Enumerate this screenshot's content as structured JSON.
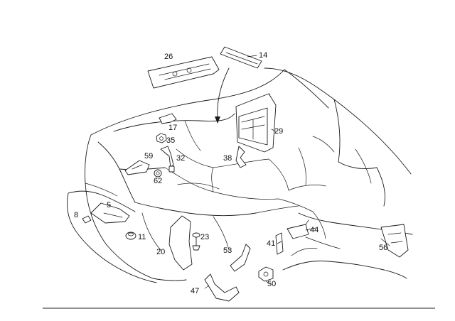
{
  "callouts": [
    {
      "key": "c26",
      "text": "26"
    },
    {
      "key": "c14",
      "text": "14"
    },
    {
      "key": "c17",
      "text": "17"
    },
    {
      "key": "c29",
      "text": "29"
    },
    {
      "key": "c35",
      "text": "35"
    },
    {
      "key": "c59",
      "text": "59"
    },
    {
      "key": "c32",
      "text": "32"
    },
    {
      "key": "c38",
      "text": "38"
    },
    {
      "key": "c62",
      "text": "62"
    },
    {
      "key": "c8",
      "text": "8"
    },
    {
      "key": "c5",
      "text": "5"
    },
    {
      "key": "c11",
      "text": "11"
    },
    {
      "key": "c23",
      "text": "23"
    },
    {
      "key": "c20",
      "text": "20"
    },
    {
      "key": "c44",
      "text": "44"
    },
    {
      "key": "c41",
      "text": "41"
    },
    {
      "key": "c53",
      "text": "53"
    },
    {
      "key": "c56",
      "text": "56"
    },
    {
      "key": "c50",
      "text": "50"
    },
    {
      "key": "c47",
      "text": "47"
    }
  ]
}
